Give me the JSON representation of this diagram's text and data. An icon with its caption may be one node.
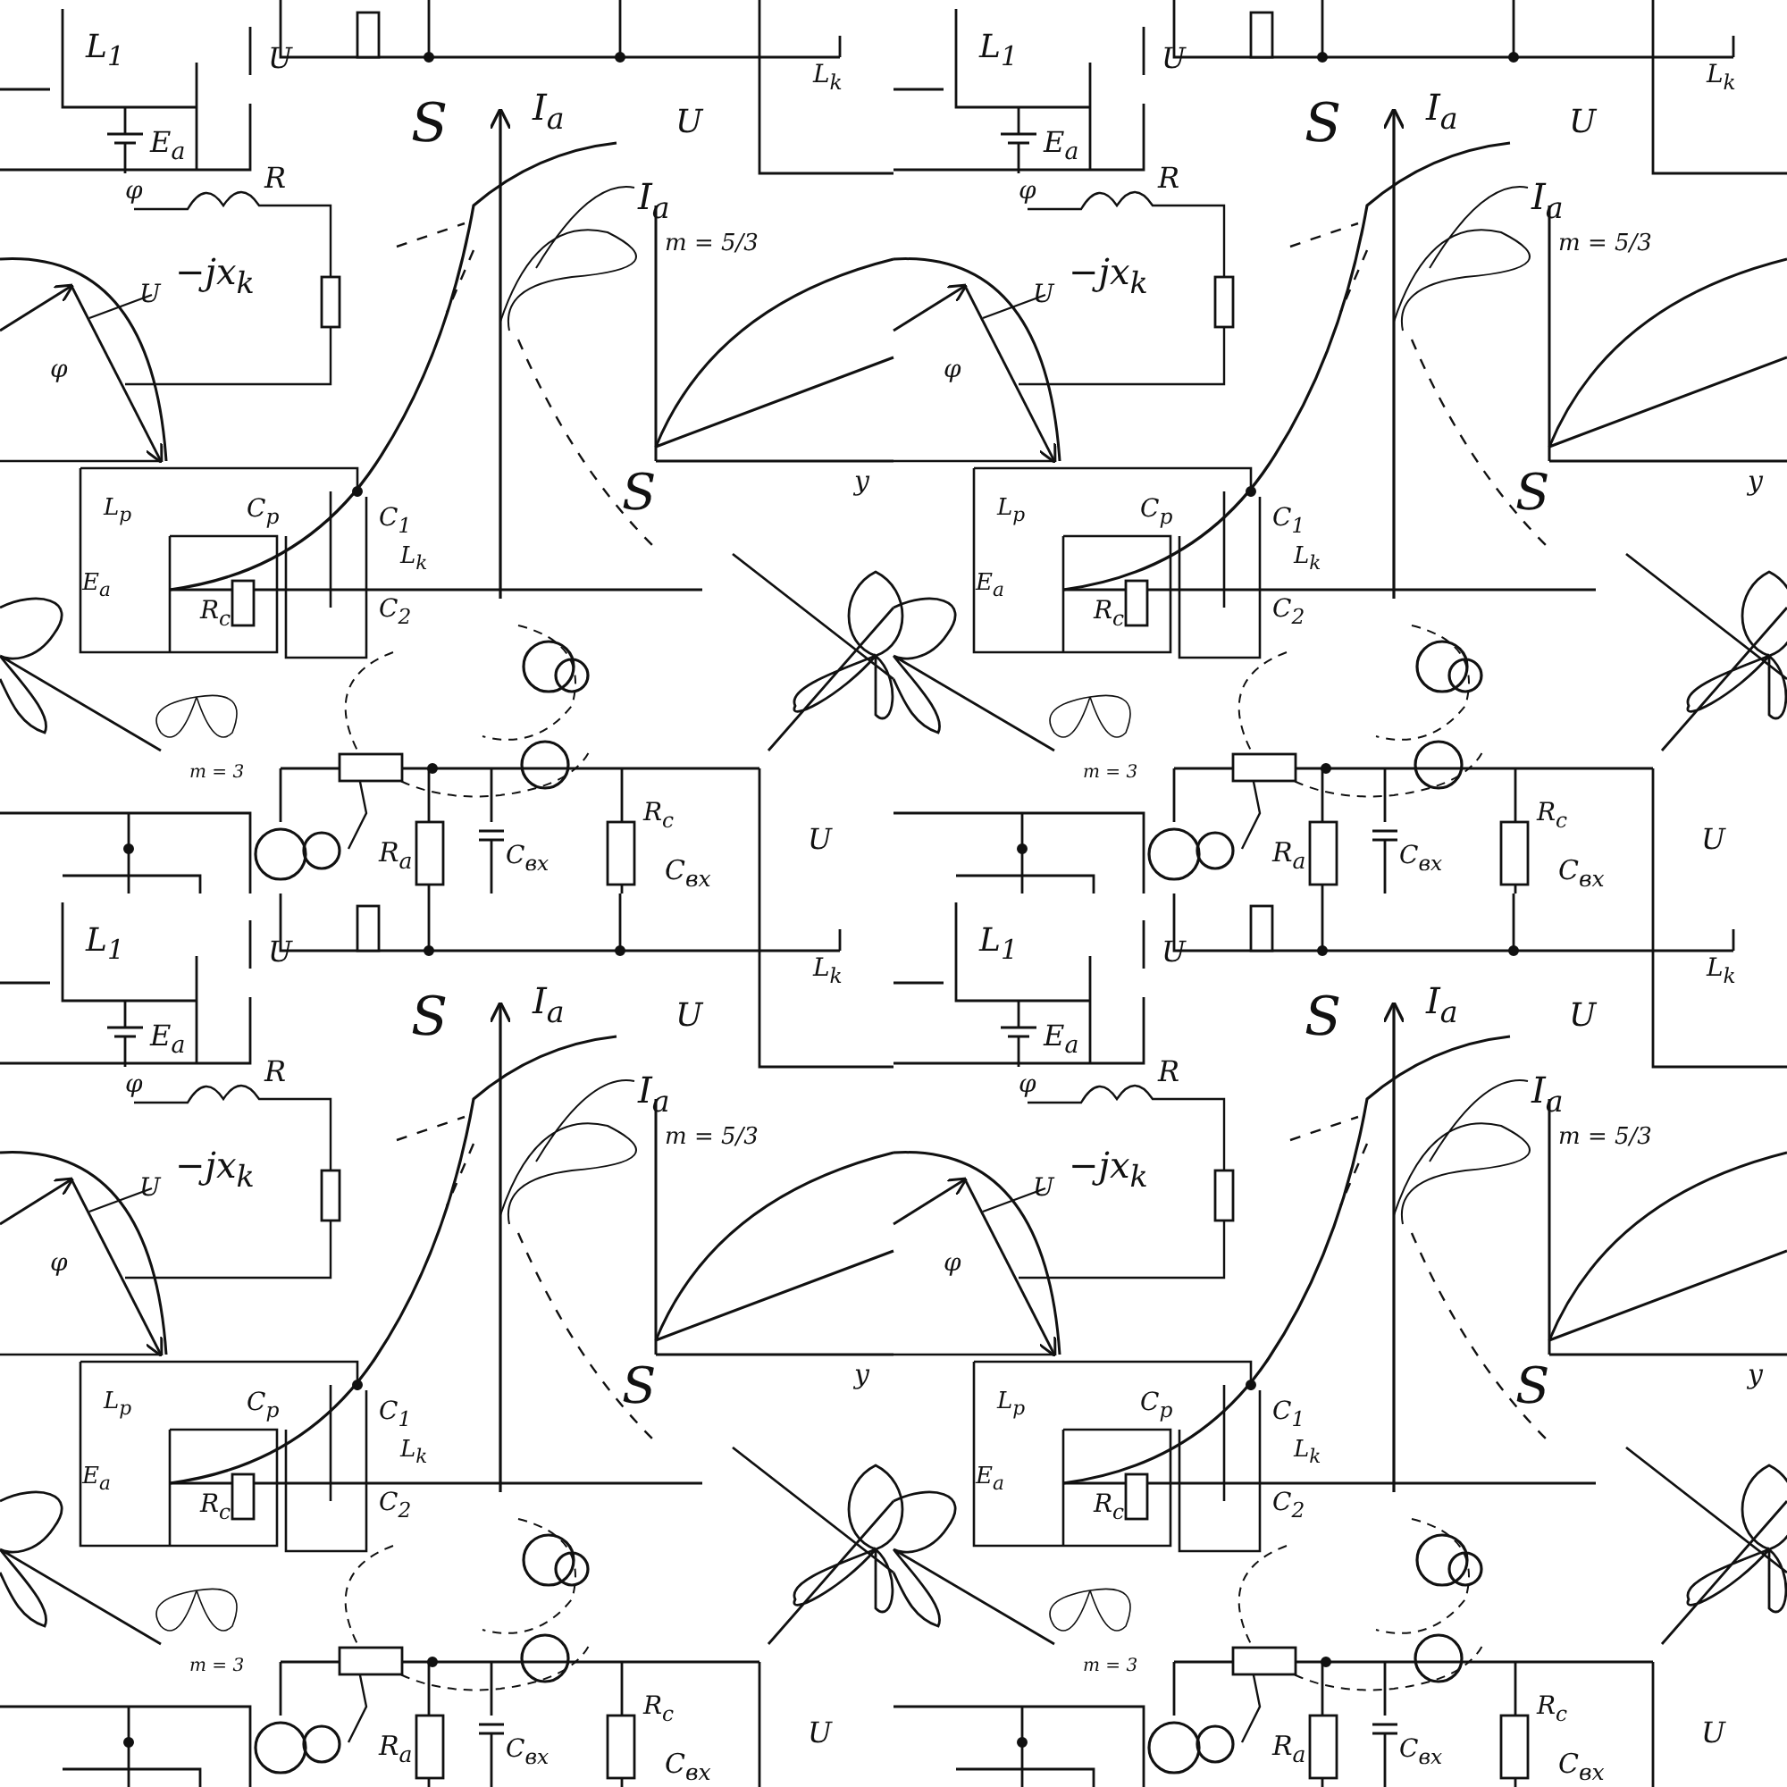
{
  "diagram": {
    "labels": [
      "L$_{1}$",
      "U",
      "E$_{a}$",
      "S",
      "I$_{a}$",
      "U",
      "I$_{a}$",
      "φ",
      "R",
      "−jx$_{k}$",
      "U",
      "φ",
      "L$_{p}$",
      "C$_{p}$",
      "C$_{1}$",
      "L$_{k}$",
      "E$_{a}$",
      "R$_{c}$",
      "C$_{2}$",
      "m = 5/3",
      "S",
      "y",
      "m = 3",
      "R$_{a}$",
      "C$_{вх}$",
      "R$_{c}$",
      "C$_{вх}$",
      "U",
      "L$_{k}$",
      "L$_{1}$",
      "U",
      "E$_{a}$",
      "S",
      "I$_{a}$",
      "U",
      "I$_{a}$",
      "φ",
      "R",
      "−jx$_{k}$",
      "U",
      "φ",
      "L$_{p}$",
      "C$_{p}$",
      "C$_{1}$",
      "L$_{k}$",
      "E$_{a}$",
      "R$_{c}$",
      "C$_{2}$",
      "m = 5/3",
      "S",
      "y",
      "m = 3",
      "R$_{a}$",
      "C$_{вх}$",
      "R$_{c}$",
      "C$_{вх}$",
      "U",
      "L$_{k}$",
      "L$_{1}$",
      "U",
      "E$_{a}$",
      "S",
      "I$_{a}$",
      "U",
      "I$_{a}$",
      "φ",
      "R",
      "−jx$_{k}$",
      "U",
      "φ",
      "L$_{p}$",
      "C$_{p}$",
      "C$_{1}$",
      "L$_{k}$",
      "E$_{a}$",
      "R$_{c}$",
      "C$_{2}$",
      "m = 5/3",
      "S",
      "y",
      "m = 3",
      "R$_{a}$",
      "C$_{вх}$",
      "R$_{c}$",
      "C$_{вх}$",
      "U",
      "L$_{k}$",
      "L$_{1}$",
      "U",
      "E$_{a}$",
      "S",
      "I$_{a}$",
      "U",
      "I$_{a}$",
      "φ",
      "R",
      "−jx$_{k}$",
      "U",
      "φ",
      "L$_{p}$",
      "C$_{p}$",
      "C$_{1}$",
      "L$_{k}$",
      "E$_{a}$",
      "R$_{c}$",
      "C$_{2}$",
      "m = 5/3",
      "S",
      "y",
      "m = 3",
      "R$_{a}$",
      "C$_{вх}$",
      "R$_{c}$",
      "C$_{вх}$",
      "U",
      "L$_{k}$"
    ]
  }
}
